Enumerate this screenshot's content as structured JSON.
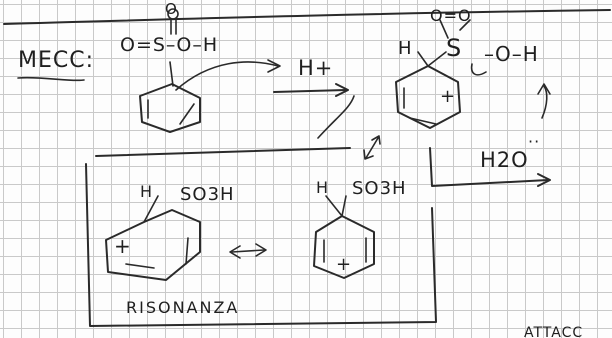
{
  "title_label": "MECC:",
  "reactant": {
    "sulfonyl_label": "O=S–O–H",
    "top_oxygen": "O"
  },
  "proton": "H+",
  "intermediate": {
    "h_label": "H",
    "sulfonyl_oxygens": "O=O",
    "sulfur": "S",
    "hydroxyl": "–O–H",
    "ring_charge": "+"
  },
  "water": "H2O",
  "water_lone_pair": "··",
  "resonance": {
    "left_h": "H",
    "left_group": "SO3H",
    "left_charge": "+",
    "right_h": "H",
    "right_group": "SO3H",
    "right_charge": "+",
    "caption": "RISONANZA"
  },
  "edge_text": "ATTACC"
}
